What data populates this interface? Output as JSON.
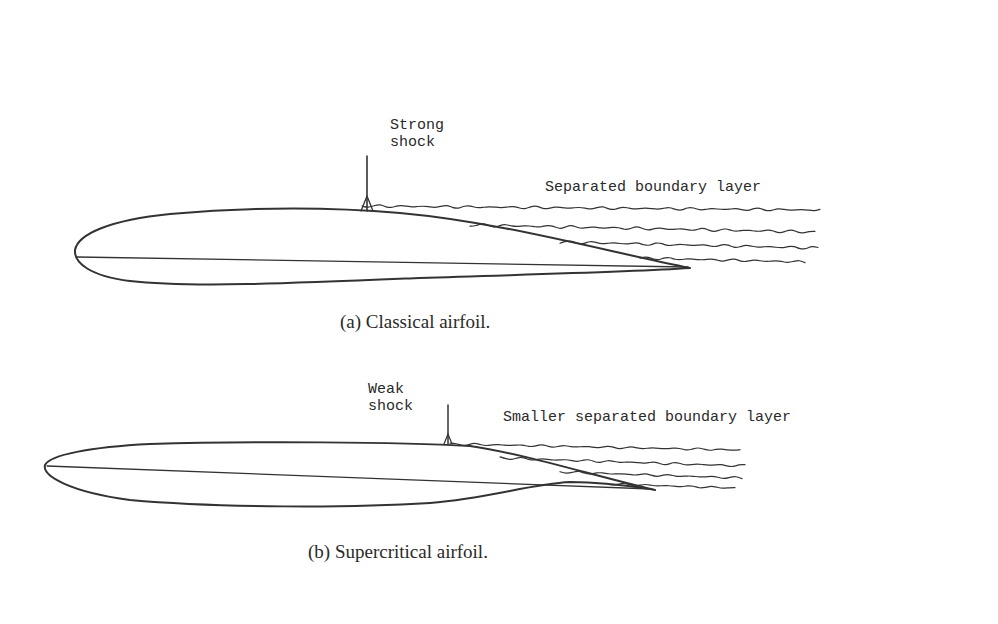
{
  "diagram": {
    "labels": [
      "Strong shock",
      "Separated boundary layer",
      "(a) Classical airfoil.",
      "Weak shock",
      "Smaller separated boundary layer",
      "(b) Supercritical airfoil."
    ]
  }
}
